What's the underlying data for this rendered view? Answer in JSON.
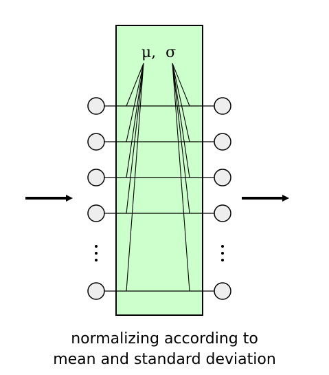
{
  "diagram": {
    "params_label": "μ,  σ",
    "ellipsis": "⋮",
    "caption_line1": "normalizing according to",
    "caption_line2": "mean and standard deviation",
    "colors": {
      "box_fill": "#ccffcc",
      "box_stroke": "#000000",
      "node_fill": "#eeeeee",
      "line": "#000000"
    }
  }
}
